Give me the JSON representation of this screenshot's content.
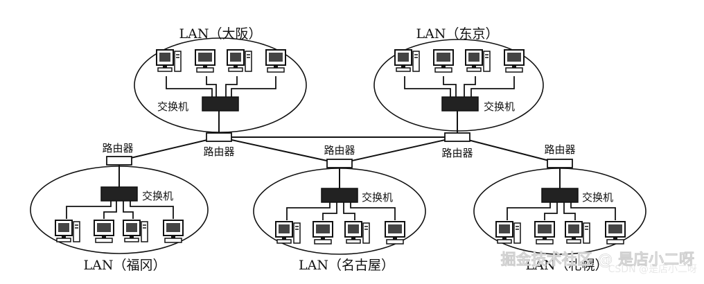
{
  "lans": [
    {
      "id": "osaka",
      "title": "LAN（大阪）"
    },
    {
      "id": "tokyo",
      "title": "LAN（东京）"
    },
    {
      "id": "fukuoka",
      "title": "LAN（福冈）"
    },
    {
      "id": "nagoya",
      "title": "LAN（名古屋）"
    },
    {
      "id": "sapporo",
      "title": "LAN（札幌）"
    }
  ],
  "labels": {
    "router": "路由器",
    "switch": "交换机"
  },
  "watermark": {
    "main": "掘金技术社区 @ 是店小二呀",
    "csdn": "CSDN @是店小二呀"
  }
}
